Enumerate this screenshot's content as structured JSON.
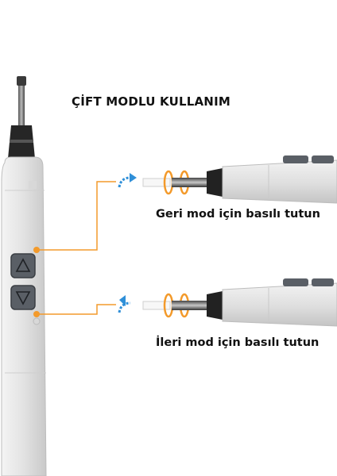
{
  "heading": "ÇİFT MODLU KULLANIM",
  "modes": [
    {
      "label": "Geri mod için basılı tutun",
      "button_icon": "triangle-up-icon",
      "rotation_icon": "counterclockwise-arrow-icon"
    },
    {
      "label": "İleri mod için basılı tutun",
      "button_icon": "triangle-down-icon",
      "rotation_icon": "clockwise-arrow-icon"
    }
  ],
  "colors": {
    "accent_orange": "#f39a2b",
    "rotation_blue": "#2f8fd8",
    "body_gray": "#e4e4e4",
    "button_dark": "#5a5f66"
  }
}
